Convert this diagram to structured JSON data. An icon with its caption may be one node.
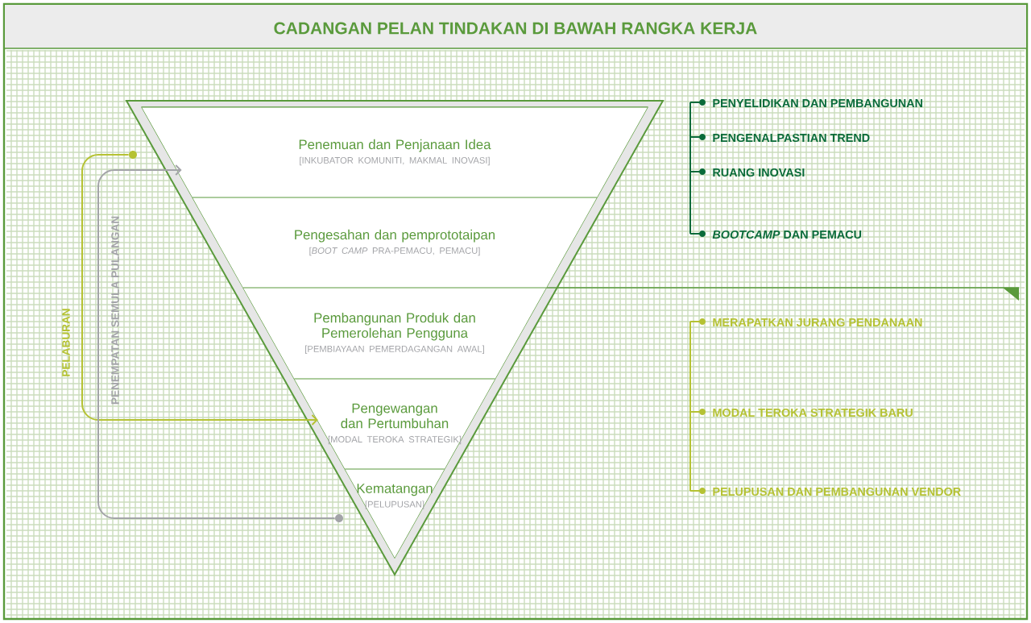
{
  "diagram": {
    "title": "CADANGAN PELAN TINDAKAN DI BAWAH RANGKA KERJA",
    "nodes": [
      {
        "text": [
          "Penemuan dan Penjanaan Idea",
          "[INKUBATOR KOMUNITI, MAKMAL INOVASI]"
        ]
      },
      {
        "text": [
          "Pengesahan dan pemprototaipan",
          "[*BOOT CAMP* PRA-PEMACU, PEMACU]"
        ]
      },
      {
        "text": [
          "Pembangunan Produk dan Pemerolehan Pengguna",
          "[PEMBIAYAAN PEMERDAGANGAN AWAL]"
        ]
      },
      {
        "text": [
          "Pengewangan dan Pertumbuhan",
          "[MODAL TEROKA STRATEGIK]"
        ]
      },
      {
        "text": [
          "Kematangan",
          "[PELUPUSAN]"
        ]
      },
      {
        "text": [],
        "shape": "circle"
      },
      {
        "text": [],
        "shape": "circle"
      }
    ],
    "edges": [
      {
        "from": 5,
        "to": 3,
        "arrow": "to",
        "label": "PELABURAN",
        "color": "#b5c233"
      },
      {
        "from": 6,
        "to": 0,
        "arrow": "to",
        "label": "PENEMPATAN SEMULA PULANGAN",
        "color": "#a3a4a8"
      }
    ],
    "labels": [
      "PENYELIDIKAN DAN PEMBANGUNAN",
      "PENGENALPASTIAN TREND",
      "RUANG INOVASI",
      "*BOOTCAMP* DAN PEMACU",
      "MERAPATKAN JURANG PENDANAAN",
      "MODAL TEROKA STRATEGIK BARU",
      "PELUPUSAN DAN PEMBANGUNAN VENDOR"
    ]
  }
}
